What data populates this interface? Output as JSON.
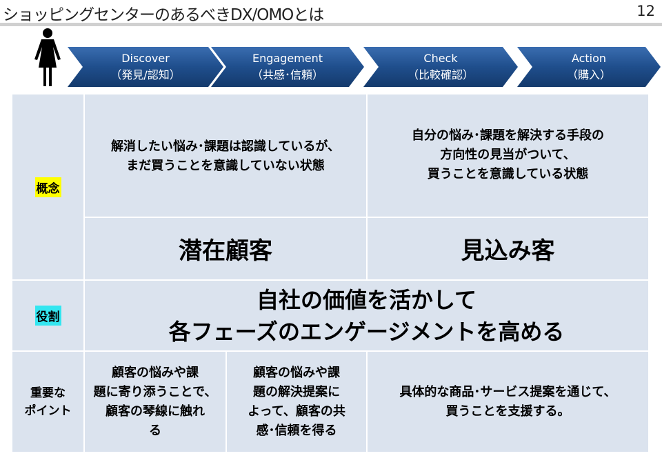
{
  "header": {
    "title": "ショッピングセンターのあるべきDX/OMOとは",
    "page_number": "12"
  },
  "phases": [
    {
      "name": "Discover",
      "sub": "（発見/認知）"
    },
    {
      "name": "Engagement",
      "sub": "（共感･信頼）"
    },
    {
      "name": "Check",
      "sub": "（比較確認）"
    },
    {
      "name": "Action",
      "sub": "（購入）"
    }
  ],
  "rows": {
    "concept": {
      "label": "概念",
      "label_color": "#ffff00",
      "latent_desc": "解消したい悩み･課題は認識しているが、\nまだ買うことを意識していない状態",
      "prospect_desc": "自分の悩み･課題を解決する手段の\n方向性の見当がついて、\n買うことを意識している状態",
      "latent": "潜在顧客",
      "prospect": "見込み客"
    },
    "role": {
      "label": "役割",
      "label_color": "#33e6f0",
      "text": "自社の価値を活かして\n各フェーズのエンゲージメントを高める"
    },
    "points": {
      "label": "重要な\nポイント",
      "discover": "顧客の悩みや課\n題に寄り添うことで、\n顧客の琴線に触れ\nる",
      "engagement": "顧客の悩みや課\n題の解決提案に\nよって、顧客の共\n感･信頼を得る",
      "action": "具体的な商品･サービス提案を通じて、\n買うことを支援する。"
    }
  },
  "colors": {
    "arrow": "#1f4e8c",
    "cell": "#dbe3ee"
  }
}
